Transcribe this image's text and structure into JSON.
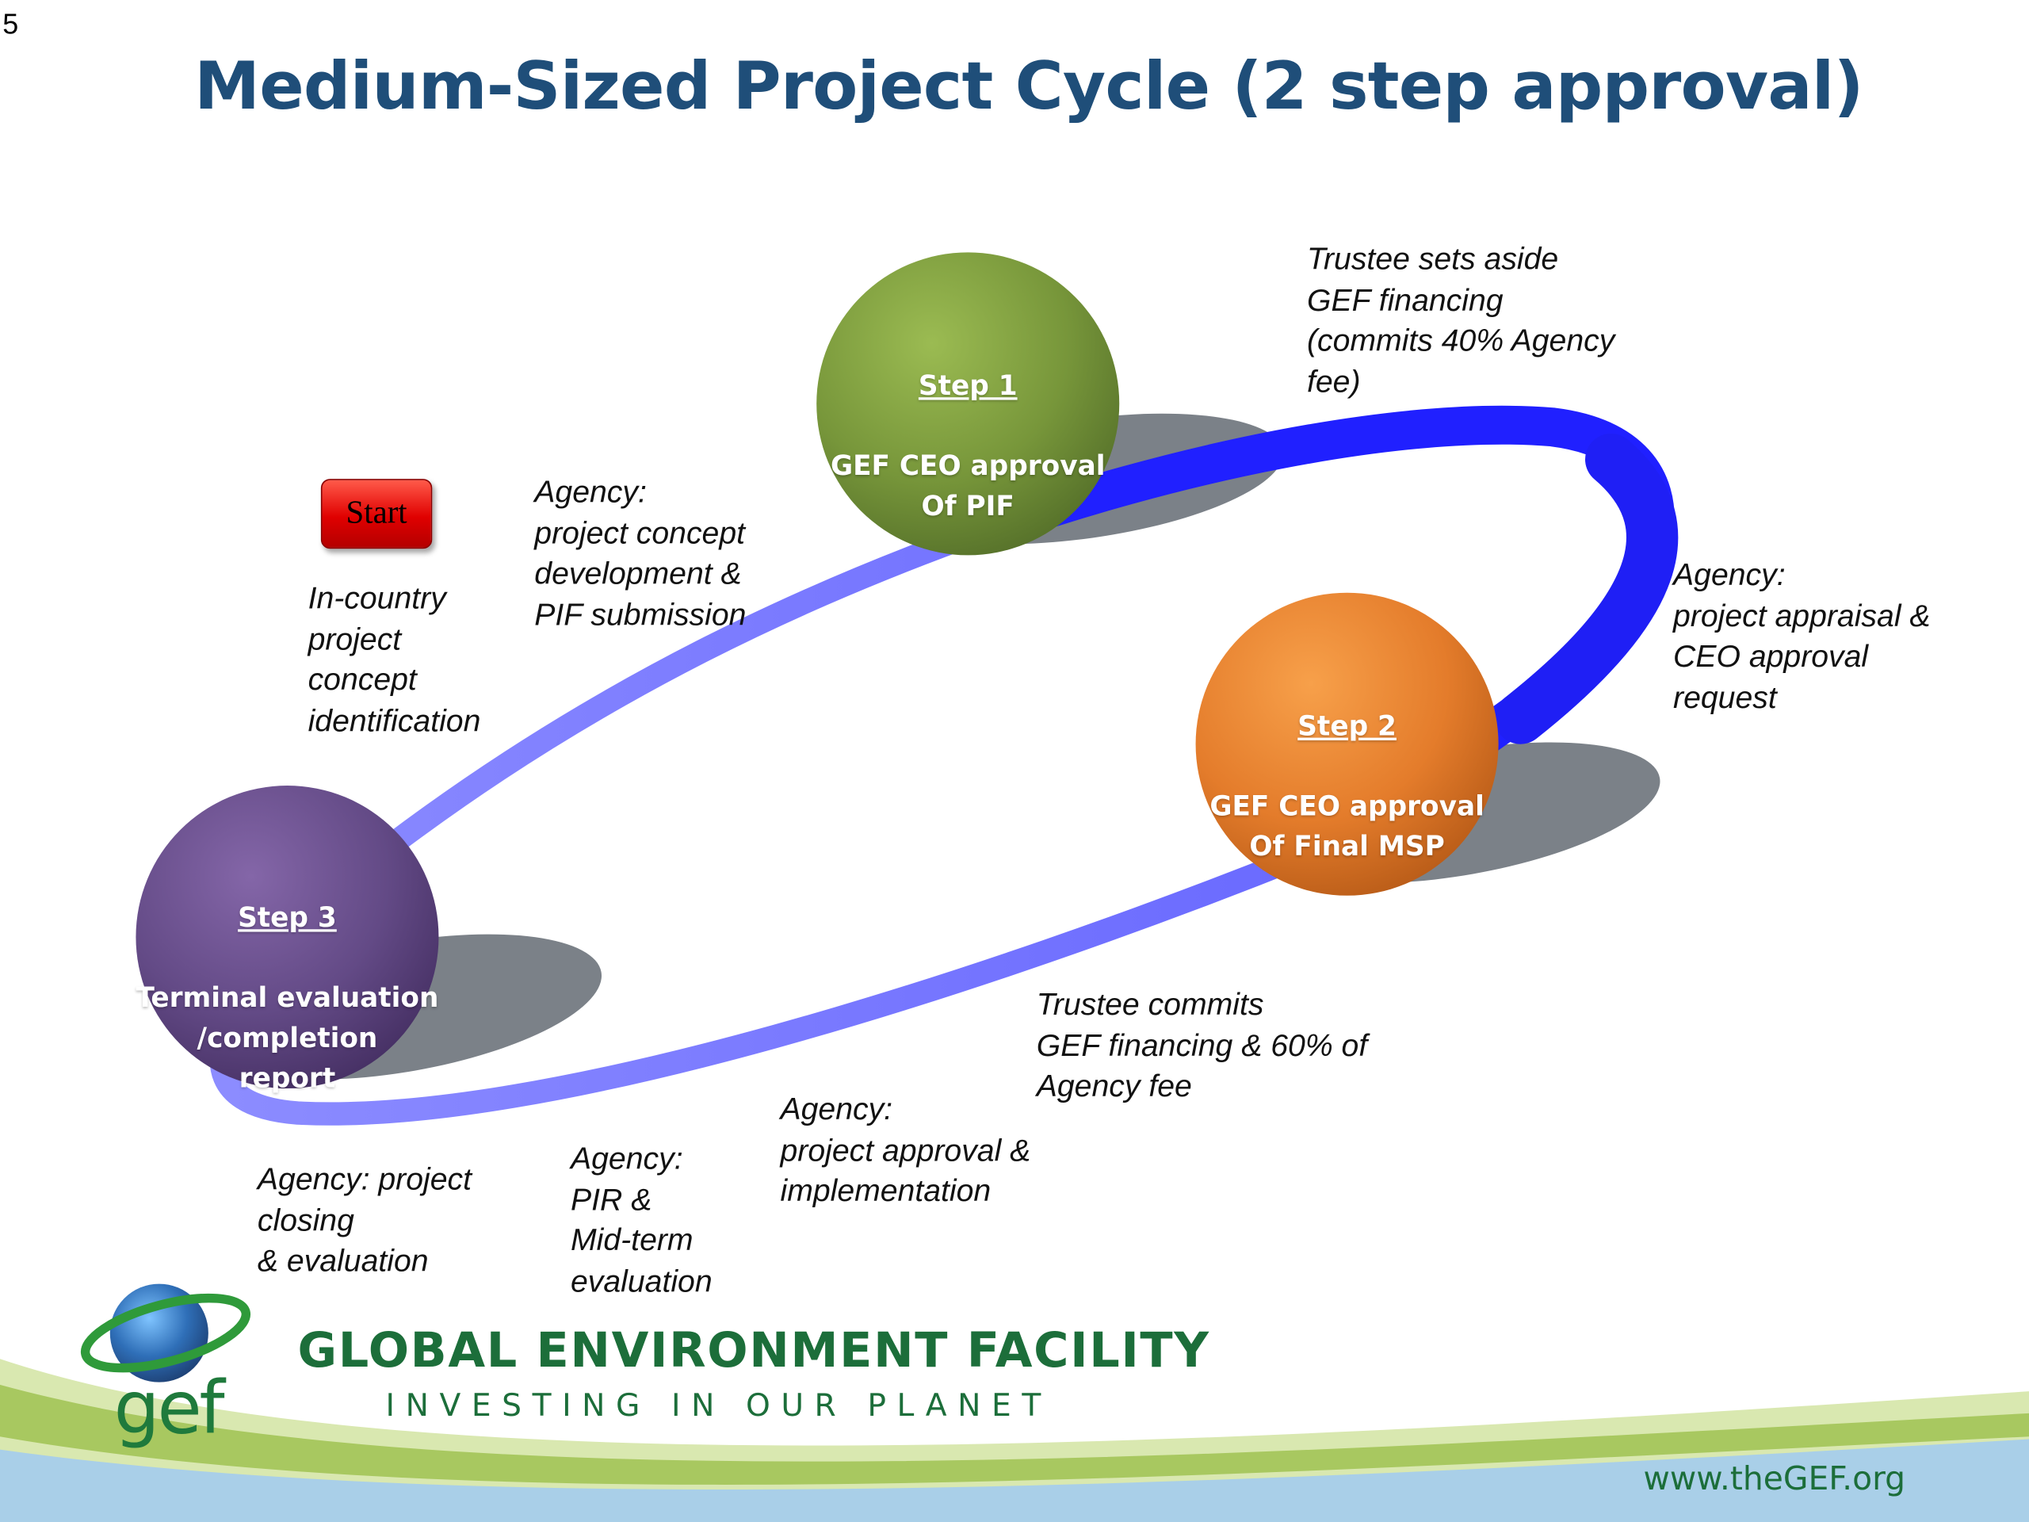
{
  "slide": {
    "number": "5",
    "title": "Medium-Sized Project Cycle (2 step approval)"
  },
  "start_button": {
    "label": "Start"
  },
  "steps": [
    {
      "heading": "Step 1",
      "text": "GEF CEO approval\nOf PIF",
      "color": "#6f8e2f"
    },
    {
      "heading": "Step 2",
      "text": "GEF CEO approval\nOf Final MSP",
      "color": "#e07a28"
    },
    {
      "heading": "Step 3",
      "text": "Terminal evaluation\n/completion\nreport",
      "color": "#5e4880"
    }
  ],
  "captions": {
    "in_country": "In-country\nproject\nconcept\nidentification",
    "agency_concept": "Agency:\nproject concept\ndevelopment &\nPIF submission",
    "trustee_sets_aside": "Trustee sets aside\nGEF financing\n(commits 40% Agency\nfee)",
    "agency_appraisal": "Agency:\nproject appraisal &\nCEO approval\nrequest",
    "trustee_commits": "Trustee commits\nGEF financing & 60% of\nAgency fee",
    "agency_approval_impl": "Agency:\nproject approval &\nimplementation",
    "agency_pir": "Agency:\nPIR &\nMid-term\nevaluation",
    "agency_closing": "Agency: project\nclosing\n& evaluation"
  },
  "footer": {
    "logo_text": "gef",
    "org_name": "GLOBAL ENVIRONMENT FACILITY",
    "tagline": "INVESTING IN OUR PLANET",
    "website": "www.theGEF.org"
  },
  "colors": {
    "title": "#1f4e79",
    "cycle_ring": "#2b2bff",
    "footer_green": "#1c6e3a"
  }
}
